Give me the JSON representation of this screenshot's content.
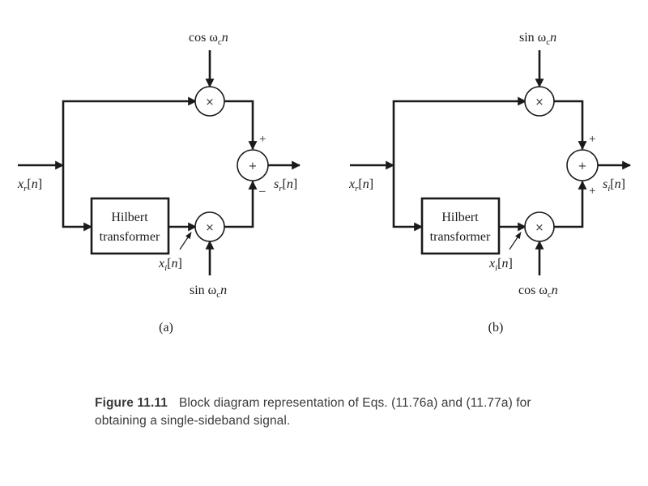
{
  "panel_a": {
    "carrier_top": "cos ω",
    "carrier_top_sub": "c",
    "carrier_bottom": "sin ω",
    "carrier_bottom_sub": "c",
    "input_label": "x",
    "input_sub": "r",
    "output_label": "s",
    "output_sub": "r",
    "hilbert_line1": "Hilbert",
    "hilbert_line2": "transformer",
    "xi_label": "x",
    "xi_sub": "i",
    "multiply_symbol": "×",
    "add_symbol": "+",
    "sign_top": "+",
    "sign_bottom": "–",
    "panel_label": "(a)"
  },
  "panel_b": {
    "carrier_top": "sin ω",
    "carrier_top_sub": "c",
    "carrier_bottom": "cos ω",
    "carrier_bottom_sub": "c",
    "input_label": "x",
    "input_sub": "r",
    "output_label": "s",
    "output_sub": "i",
    "hilbert_line1": "Hilbert",
    "hilbert_line2": "transformer",
    "xi_label": "x",
    "xi_sub": "i",
    "multiply_symbol": "×",
    "add_symbol": "+",
    "sign_top": "+",
    "sign_bottom": "+",
    "panel_label": "(b)"
  },
  "caption": {
    "figure_number": "Figure 11.11",
    "text": "Block diagram representation of Eqs. (11.76a) and (11.77a) for obtaining a single-sideband signal."
  }
}
